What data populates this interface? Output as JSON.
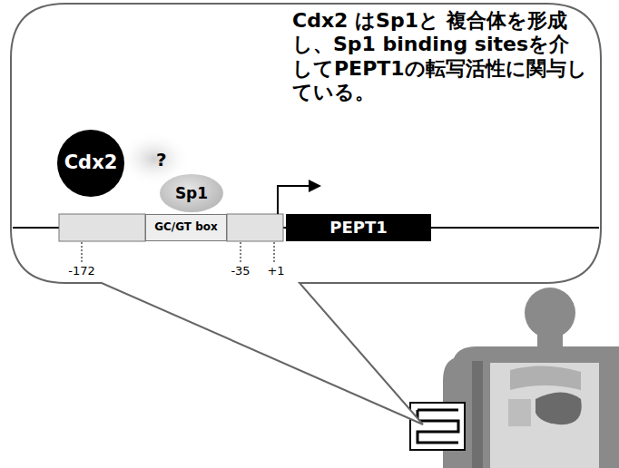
{
  "diagram": {
    "nodes": [
      {
        "text": [
          "Cdx2 はSp1と 複合体を形成し、Sp1 binding sitesを介してPEPT1の転写活性に関与している。"
        ]
      },
      {
        "text": [
          "Cdx2"
        ],
        "in": 0
      },
      {
        "text": [
          "Sp1"
        ],
        "in": 0
      },
      {
        "text": [
          "GC/GT box"
        ],
        "in": 0
      },
      {
        "text": [
          "PEPT1"
        ],
        "in": 0
      }
    ],
    "labels": [
      "?",
      "-172",
      "-35",
      "+1"
    ]
  }
}
